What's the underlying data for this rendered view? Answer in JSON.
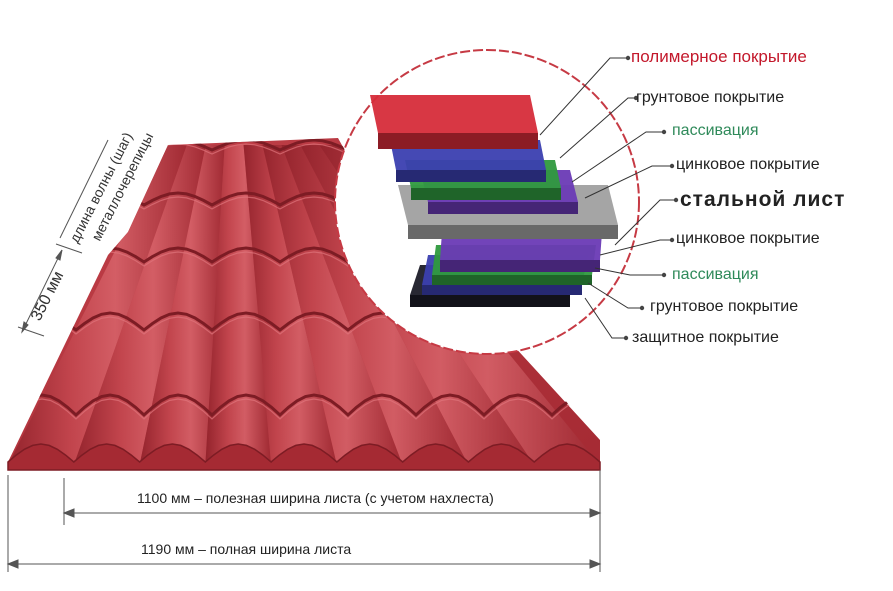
{
  "colors": {
    "roof": "#b5333c",
    "roof_dark": "#8e2029",
    "roof_light": "#d25a62",
    "circle": "#c63a44",
    "polymer": "#d62c3a",
    "primer": "#3b3fb0",
    "passivation": "#2f9a3e",
    "zinc": "#6a3ab5",
    "steel": "#a0a0a0",
    "protective": "#1c1c28",
    "label_red": "#c3182b",
    "label_green": "#2f8a5a",
    "label_dark": "#222222"
  },
  "layers": [
    {
      "label": "полимерное покрытие",
      "color": "label_red",
      "swatch": "polymer"
    },
    {
      "label": "грунтовое покрытие",
      "color": "label_dark",
      "swatch": "primer"
    },
    {
      "label": "пассивация",
      "color": "label_green",
      "swatch": "passivation"
    },
    {
      "label": "цинковое покрытие",
      "color": "label_dark",
      "swatch": "zinc"
    },
    {
      "label": "стальной лист",
      "color": "label_dark",
      "swatch": "steel"
    },
    {
      "label": "цинковое покрытие",
      "color": "label_dark",
      "swatch": "zinc"
    },
    {
      "label": "пассивация",
      "color": "label_green",
      "swatch": "passivation"
    },
    {
      "label": "грунтовое покрытие",
      "color": "label_dark",
      "swatch": "primer"
    },
    {
      "label": "защитное покрытие",
      "color": "label_dark",
      "swatch": "protective"
    }
  ],
  "dimensions": {
    "wave_length_label": "длина волны (шаг)",
    "wave_length_label2": "металлочерепицы",
    "wave_value": "350 мм",
    "useful_width": "1100 мм – полезная ширина листа (с учетом нахлеста)",
    "full_width": "1190 мм – полная ширина листа"
  }
}
